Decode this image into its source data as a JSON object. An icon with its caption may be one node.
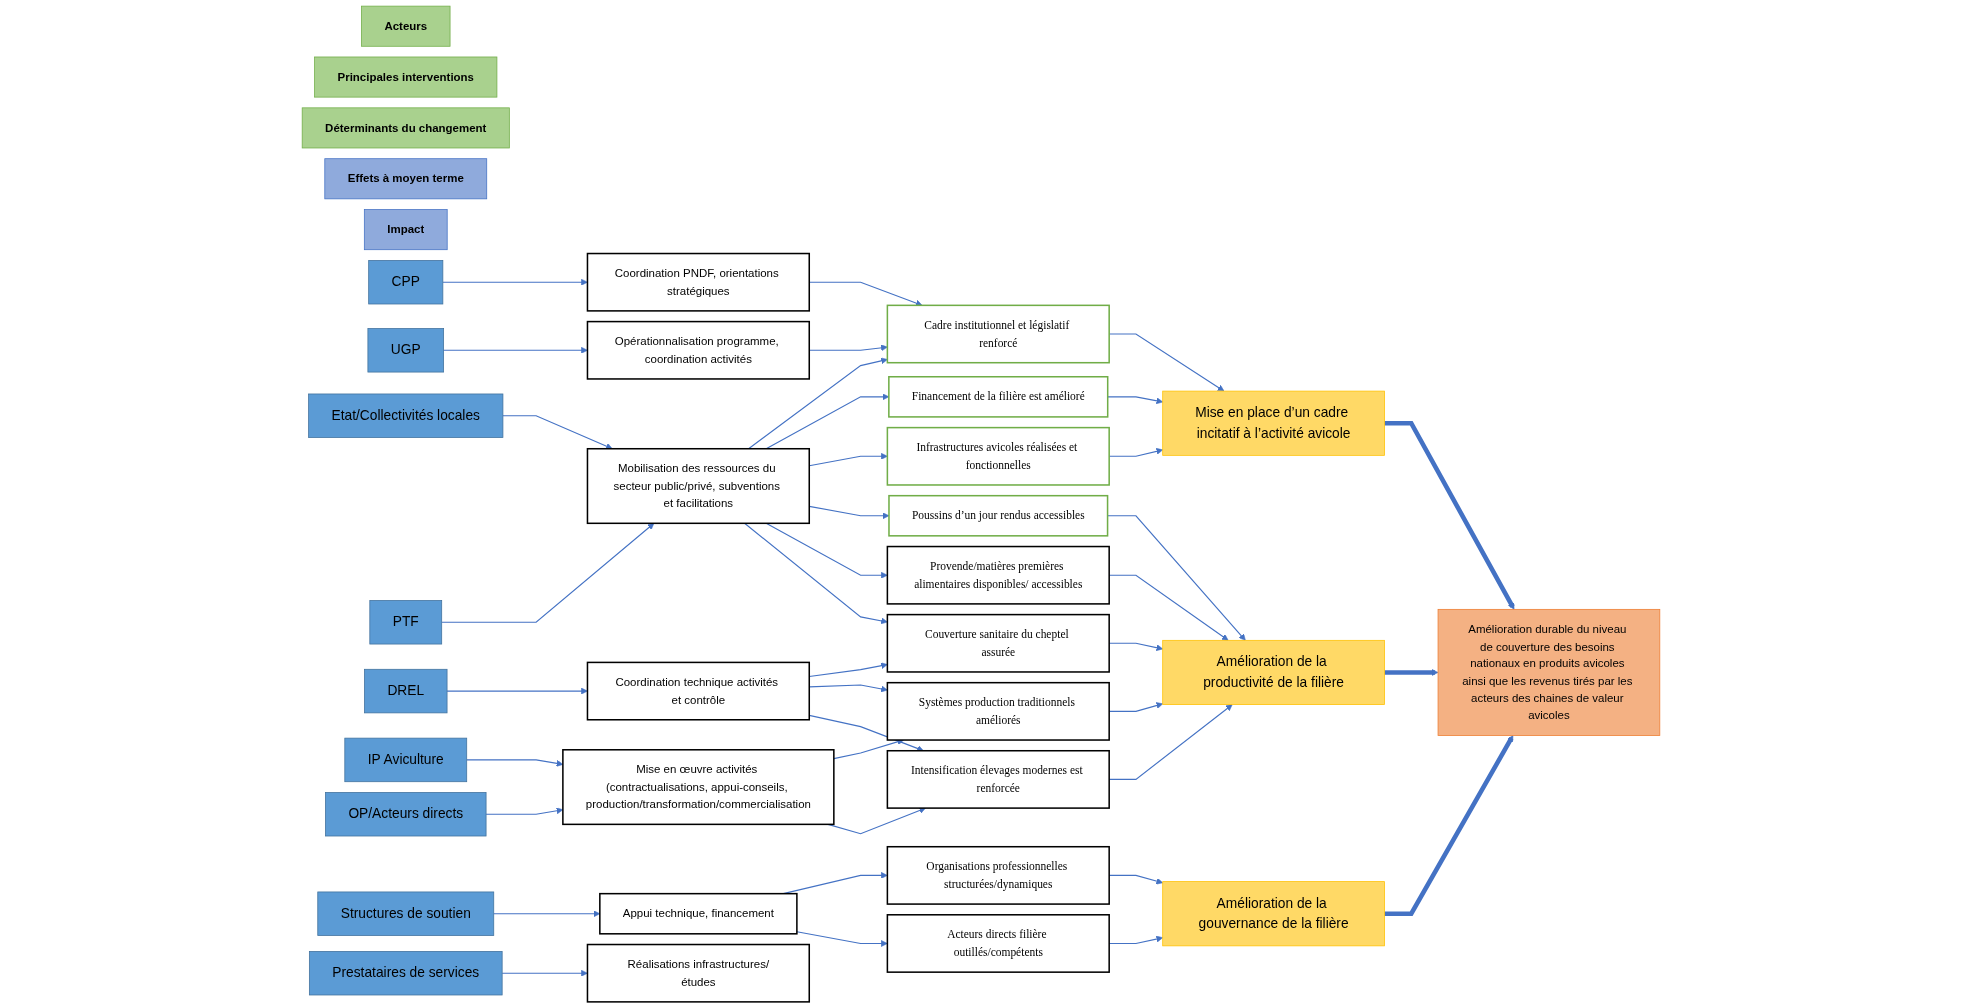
{
  "diagram": {
    "nodes": [
      {
        "text": [
          "Acteurs"
        ]
      },
      {
        "text": [
          "Principales interventions"
        ]
      },
      {
        "text": [
          "Déterminants du changement"
        ]
      },
      {
        "text": [
          "Effets à moyen terme"
        ]
      },
      {
        "text": [
          "Impact"
        ]
      },
      {
        "text": [
          "Etat/Collectivités locales"
        ]
      },
      {
        "text": [
          "PTF"
        ]
      },
      {
        "text": [
          "CPP"
        ]
      },
      {
        "text": [
          "UGP"
        ]
      },
      {
        "text": [
          "DREL"
        ]
      },
      {
        "text": [
          "IP Aviculture"
        ]
      },
      {
        "text": [
          "OP/Acteurs directs"
        ]
      },
      {
        "text": [
          "Structures de soutien"
        ]
      },
      {
        "text": [
          "Prestataires de services"
        ]
      },
      {
        "text": [
          "Mobilisation des ressources du secteur public/privé, subventions et facilitations"
        ]
      },
      {
        "text": [
          "Coordination PNDF, orientations stratégiques"
        ]
      },
      {
        "text": [
          "Opérationnalisation programme, coordination activités"
        ]
      },
      {
        "text": [
          "Coordination technique activités et contrôle"
        ]
      },
      {
        "text": [
          "Mise en œuvre activités (contractualisations, appui-conseils, production/transformation/commercialisation"
        ]
      },
      {
        "text": [
          "Appui technique, financement"
        ]
      },
      {
        "text": [
          "Réalisations infrastructures/études"
        ]
      },
      {
        "text": [
          "Cadre institutionnel et législatif renforcé"
        ]
      },
      {
        "text": [
          "Financement de la filière est amélioré"
        ]
      },
      {
        "text": [
          "Infrastructures avicoles réalisées et fonctionnelles"
        ]
      },
      {
        "text": [
          "Poussins d’un jour rendus accessibles"
        ]
      },
      {
        "text": [
          "Provende/matières premières alimentaires disponibles/ accessibles"
        ]
      },
      {
        "text": [
          "Couverture sanitaire du cheptel assurée"
        ]
      },
      {
        "text": [
          "Systèmes production traditionnels améliorés"
        ]
      },
      {
        "text": [
          "Intensification élevages modernes est renforcée"
        ]
      },
      {
        "text": [
          "Organisations professionnelles structurées/dynamiques"
        ]
      },
      {
        "text": [
          "Acteurs directs filière outillés/compétents"
        ]
      },
      {
        "text": [
          "Mise en place d’un cadre incitatif à l’activité avicole"
        ]
      },
      {
        "text": [
          "Amélioration de la productivité de la filière"
        ]
      },
      {
        "text": [
          "Amélioration de la gouvernance de la filière"
        ]
      },
      {
        "text": [
          "Amélioration durable du niveau de couverture des besoins nationaux en produits avicoles ainsi que les revenus tirés par les acteurs des chaines de valeur avicoles"
        ]
      }
    ],
    "edges": [
      {
        "from": 5,
        "to": 14,
        "arrow": "to"
      },
      {
        "from": 6,
        "to": 14,
        "arrow": "to"
      },
      {
        "from": 7,
        "to": 15,
        "arrow": "to"
      },
      {
        "from": 8,
        "to": 16,
        "arrow": "to"
      },
      {
        "from": 9,
        "to": 17,
        "arrow": "to"
      },
      {
        "from": 10,
        "to": 18,
        "arrow": "to"
      },
      {
        "from": 11,
        "to": 18,
        "arrow": "to"
      },
      {
        "from": 12,
        "to": 19,
        "arrow": "to"
      },
      {
        "from": 13,
        "to": 20,
        "arrow": "to"
      },
      {
        "from": 14,
        "to": 21,
        "arrow": "to"
      },
      {
        "from": 14,
        "to": 22,
        "arrow": "to"
      },
      {
        "from": 14,
        "to": 23,
        "arrow": "to"
      },
      {
        "from": 14,
        "to": 24,
        "arrow": "to"
      },
      {
        "from": 14,
        "to": 25,
        "arrow": "to"
      },
      {
        "from": 14,
        "to": 26,
        "arrow": "to"
      },
      {
        "from": 15,
        "to": 21,
        "arrow": "to"
      },
      {
        "from": 16,
        "to": 21,
        "arrow": "to"
      },
      {
        "from": 17,
        "to": 26,
        "arrow": "to"
      },
      {
        "from": 17,
        "to": 27,
        "arrow": "to"
      },
      {
        "from": 17,
        "to": 28,
        "arrow": "to"
      },
      {
        "from": 18,
        "to": 27,
        "arrow": "to"
      },
      {
        "from": 18,
        "to": 28,
        "arrow": "to"
      },
      {
        "from": 19,
        "to": 29,
        "arrow": "to"
      },
      {
        "from": 19,
        "to": 30,
        "arrow": "to"
      },
      {
        "from": 21,
        "to": 31,
        "arrow": "to"
      },
      {
        "from": 22,
        "to": 31,
        "arrow": "to"
      },
      {
        "from": 23,
        "to": 31,
        "arrow": "to"
      },
      {
        "from": 24,
        "to": 32,
        "arrow": "to"
      },
      {
        "from": 25,
        "to": 32,
        "arrow": "to"
      },
      {
        "from": 26,
        "to": 32,
        "arrow": "to"
      },
      {
        "from": 27,
        "to": 32,
        "arrow": "to"
      },
      {
        "from": 28,
        "to": 32,
        "arrow": "to"
      },
      {
        "from": 29,
        "to": 33,
        "arrow": "to"
      },
      {
        "from": 30,
        "to": 33,
        "arrow": "to"
      },
      {
        "from": 31,
        "to": 34,
        "arrow": "to",
        "style": "thick"
      },
      {
        "from": 32,
        "to": 34,
        "arrow": "to",
        "style": "thick"
      },
      {
        "from": 33,
        "to": 34,
        "arrow": "to",
        "style": "thick"
      }
    ]
  }
}
